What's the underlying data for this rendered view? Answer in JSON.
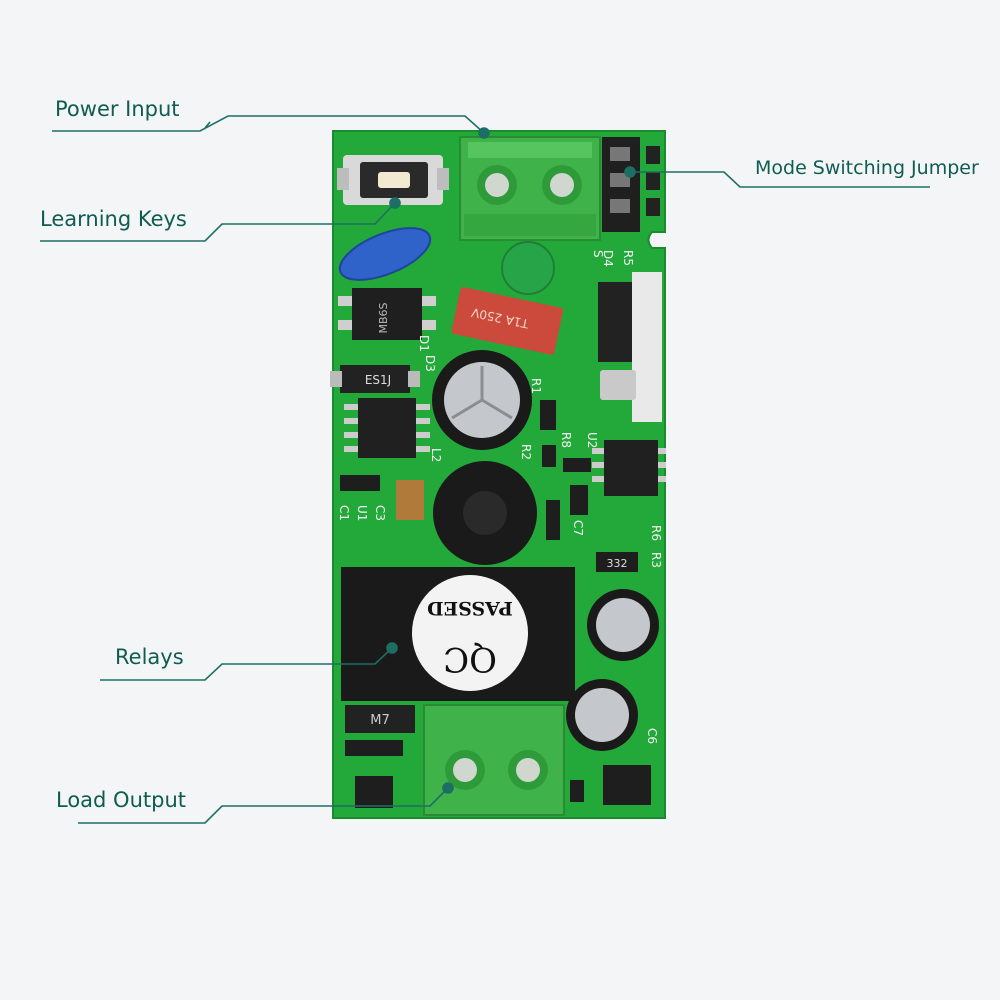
{
  "labels": {
    "power_input": "Power Input",
    "learning_keys": "Learning Keys",
    "relays": "Relays",
    "load_output": "Load Output",
    "mode_jumper": "Mode Switching Jumper"
  },
  "board_text": {
    "qc_top": "PASSED",
    "qc_bottom": "QC",
    "fuse": "T1A 250V",
    "bridge": "MB6S",
    "diode": "ES1J",
    "diode_m7": "M7",
    "resistor_332": "332",
    "silk_d1": "D1",
    "silk_d3": "D3",
    "silk_d4": "D4",
    "silk_r5": "R5",
    "silk_s": "S",
    "silk_r1": "R1",
    "silk_r2": "R2",
    "silk_r8": "R8",
    "silk_u2": "U2",
    "silk_l2": "L2",
    "silk_c1": "C1",
    "silk_u1": "U1",
    "silk_c3": "C3",
    "silk_c7": "C7",
    "silk_r6": "R6",
    "silk_r3": "R3",
    "silk_c6": "C6"
  },
  "colors": {
    "label_text": "#0f5c52",
    "leader_line": "#1d6f63",
    "pcb_green": "#23a83a",
    "terminal_green": "#3fb34a",
    "relay_black": "#1a1a1a"
  }
}
